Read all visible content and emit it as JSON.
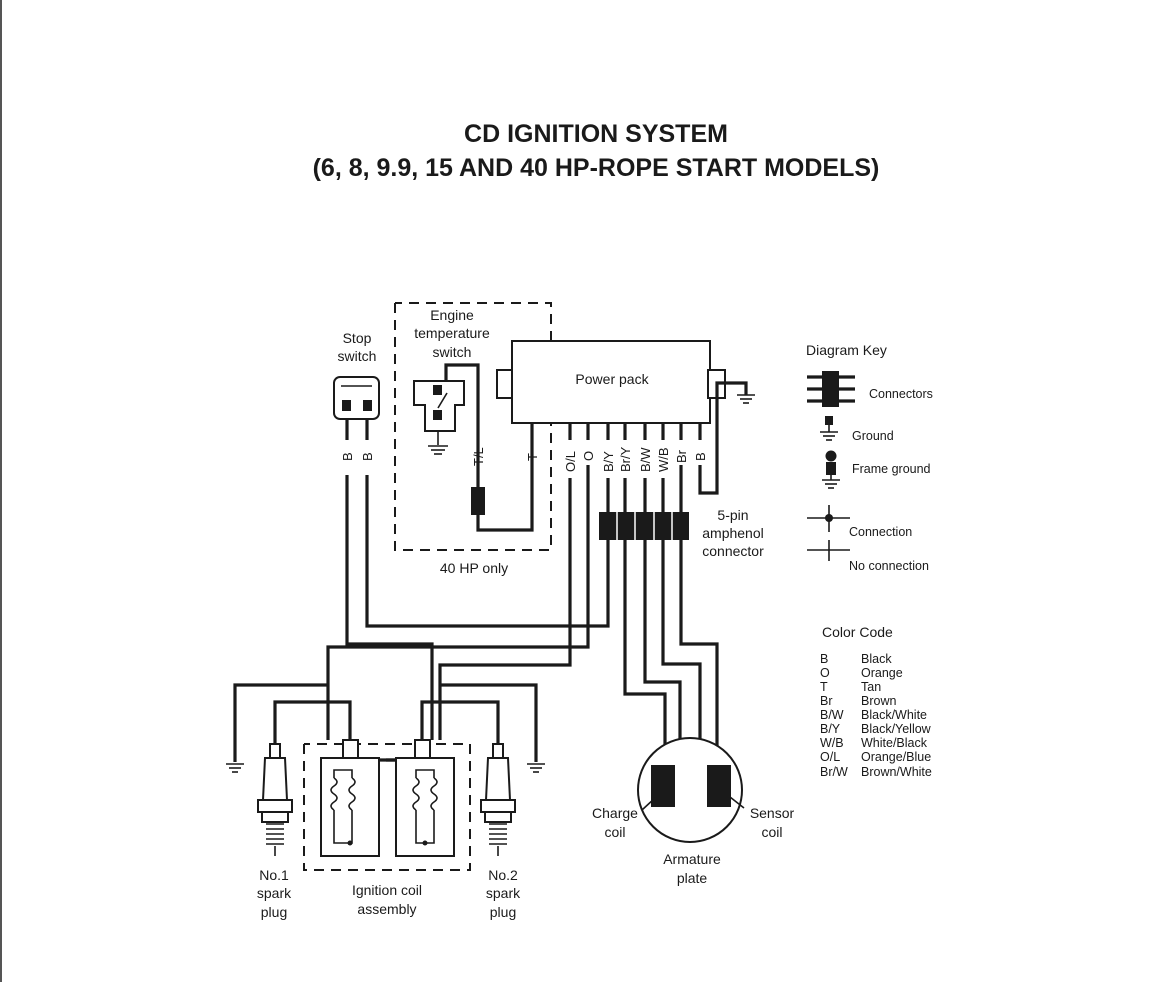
{
  "title": {
    "line1": "CD IGNITION SYSTEM",
    "line2": "(6, 8, 9.9, 15 AND 40 HP-ROPE START MODELS)"
  },
  "components": {
    "stop_switch": {
      "line1": "Stop",
      "line2": "switch"
    },
    "engine_temp_switch": {
      "line1": "Engine",
      "line2": "temperature",
      "line3": "switch"
    },
    "forty_hp_only": "40 HP only",
    "power_pack": "Power pack",
    "amphenol": {
      "line1": "5-pin",
      "line2": "amphenol",
      "line3": "connector"
    },
    "spark_plug_1": {
      "line1": "No.1",
      "line2": "spark",
      "line3": "plug"
    },
    "spark_plug_2": {
      "line1": "No.2",
      "line2": "spark",
      "line3": "plug"
    },
    "ignition_coil": {
      "line1": "Ignition coil",
      "line2": "assembly"
    },
    "charge_coil": {
      "line1": "Charge",
      "line2": "coil"
    },
    "sensor_coil": {
      "line1": "Sensor",
      "line2": "coil"
    },
    "armature": {
      "line1": "Armature",
      "line2": "plate"
    }
  },
  "wire_labels": {
    "stop_b1": "B",
    "stop_b2": "B",
    "tl": "T/L",
    "t": "T",
    "power_pack": [
      "O/L",
      "O",
      "B/Y",
      "Br/Y",
      "B/W",
      "W/B",
      "Br",
      "B"
    ]
  },
  "diagram_key": {
    "title": "Diagram Key",
    "connectors": "Connectors",
    "ground": "Ground",
    "frame_ground": "Frame ground",
    "connection": "Connection",
    "no_connection": "No connection"
  },
  "color_code": {
    "title": "Color Code",
    "entries": [
      {
        "code": "B",
        "name": "Black"
      },
      {
        "code": "O",
        "name": "Orange"
      },
      {
        "code": "T",
        "name": "Tan"
      },
      {
        "code": "Br",
        "name": "Brown"
      },
      {
        "code": "B/W",
        "name": "Black/White"
      },
      {
        "code": "B/Y",
        "name": "Black/Yellow"
      },
      {
        "code": "W/B",
        "name": "White/Black"
      },
      {
        "code": "O/L",
        "name": "Orange/Blue"
      },
      {
        "code": "Br/W",
        "name": "Brown/White"
      }
    ]
  },
  "colors": {
    "ink": "#1a1a1a",
    "paper": "#ffffff"
  }
}
